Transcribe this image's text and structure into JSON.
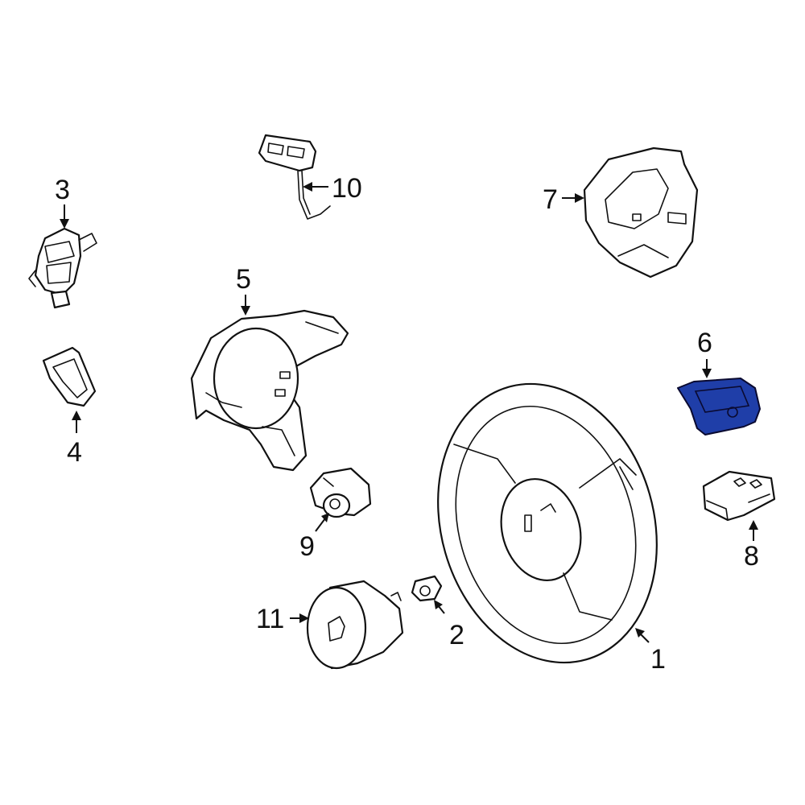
{
  "diagram": {
    "highlight_color": "#1f3ea8",
    "highlighted_part": "6",
    "callouts": {
      "c1": "1",
      "c2": "2",
      "c3": "3",
      "c4": "4",
      "c5": "5",
      "c6": "6",
      "c7": "7",
      "c8": "8",
      "c9": "9",
      "c10": "10",
      "c11": "11"
    }
  }
}
